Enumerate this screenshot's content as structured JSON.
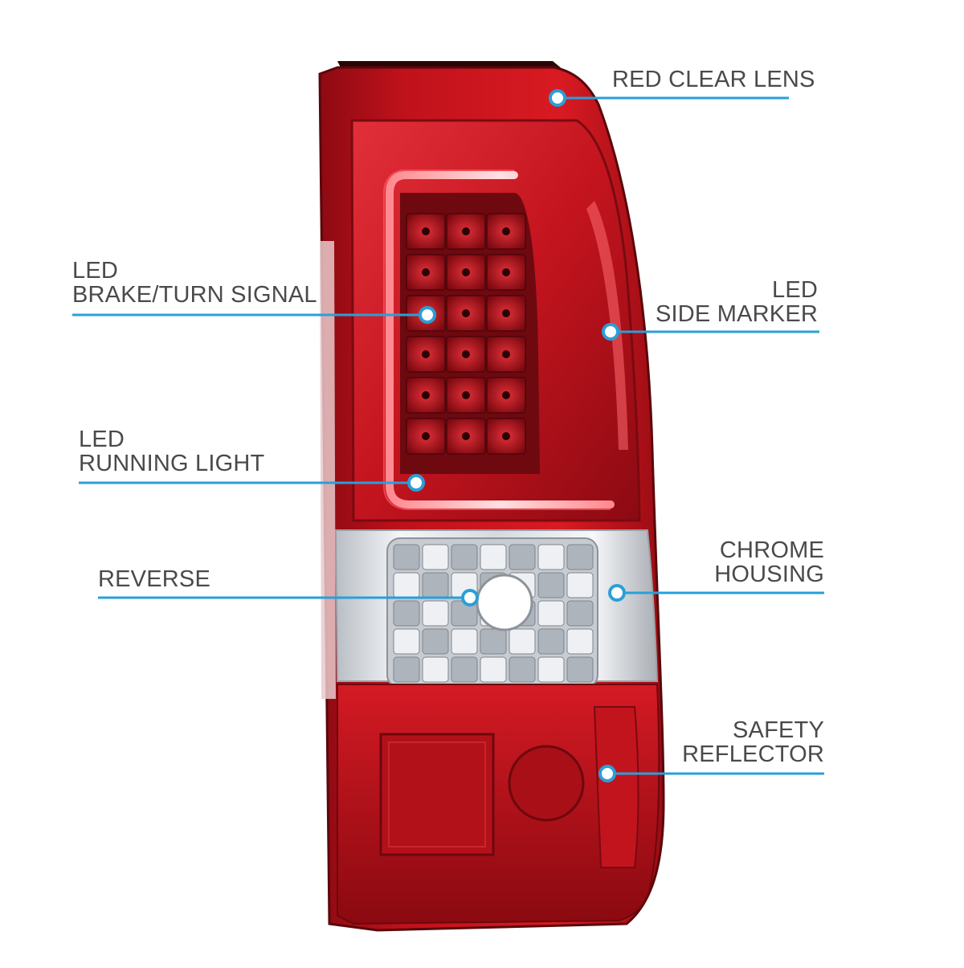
{
  "colors": {
    "callout_line": "#2a9fd8",
    "label_text": "#4a4a4a",
    "lens_red": "#c0121b",
    "lens_dark": "#7a0a10",
    "chrome": "#d9dde2"
  },
  "callouts": {
    "red_clear_lens": {
      "lines": [
        "RED CLEAR LENS"
      ]
    },
    "led_brake_turn": {
      "lines": [
        "LED",
        "BRAKE/TURN SIGNAL"
      ]
    },
    "led_side_marker": {
      "lines": [
        "LED",
        "SIDE MARKER"
      ]
    },
    "led_running_light": {
      "lines": [
        "LED",
        "RUNNING LIGHT"
      ]
    },
    "reverse": {
      "lines": [
        "REVERSE"
      ]
    },
    "chrome_housing": {
      "lines": [
        "CHROME",
        "HOUSING"
      ]
    },
    "safety_reflector": {
      "lines": [
        "SAFETY",
        "REFLECTOR"
      ]
    }
  }
}
